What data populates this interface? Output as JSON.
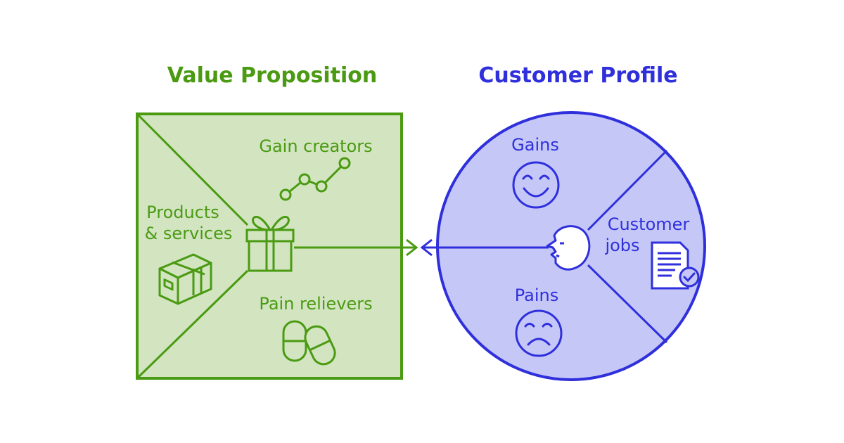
{
  "value_proposition": {
    "title": "Value Proposition",
    "gain_creators": "Gain creators",
    "products_line1": "Products",
    "products_line2": "& services",
    "pain_relievers": "Pain relievers"
  },
  "customer_profile": {
    "title": "Customer Profile",
    "gains": "Gains",
    "customer_jobs_line1": "Customer",
    "customer_jobs_line2": "jobs",
    "pains": "Pains"
  },
  "colors": {
    "green": "#4a9a12",
    "green_fill": "#d2e5c0",
    "blue": "#2f2fdc",
    "blue_fill": "#c5c8f7"
  },
  "icons": [
    "gift-icon",
    "line-chart-icon",
    "box-icon",
    "pills-icon",
    "smile-icon",
    "frown-icon",
    "face-profile-icon",
    "document-check-icon",
    "arrow-left-icon",
    "arrow-right-icon"
  ]
}
